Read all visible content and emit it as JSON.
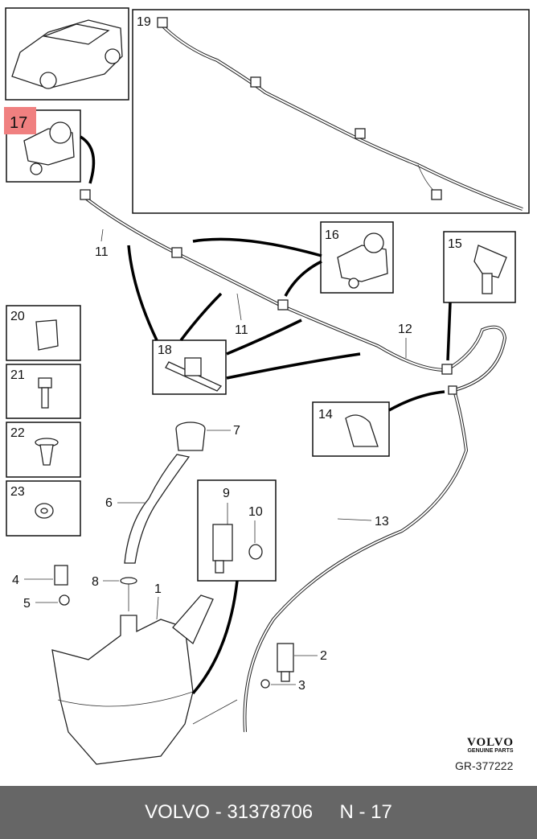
{
  "diagram": {
    "highlight_color": "#f08080",
    "callouts": {
      "p1": "1",
      "p2": "2",
      "p3": "3",
      "p4": "4",
      "p5": "5",
      "p6": "6",
      "p7": "7",
      "p8": "8",
      "p9": "9",
      "p10": "10",
      "p11a": "11",
      "p11b": "11",
      "p12": "12",
      "p13": "13",
      "p14": "14",
      "p15": "15",
      "p16": "16",
      "p17": "17",
      "p18": "18",
      "p19": "19",
      "p20": "20",
      "p21": "21",
      "p22": "22",
      "p23": "23"
    },
    "selected_part": "17"
  },
  "logo": {
    "brand": "VOLVO",
    "tagline": "GENUINE PARTS"
  },
  "drawing_ref": "GR-377222",
  "footer": {
    "text": "VOLVO - 31378706     N - 17"
  }
}
